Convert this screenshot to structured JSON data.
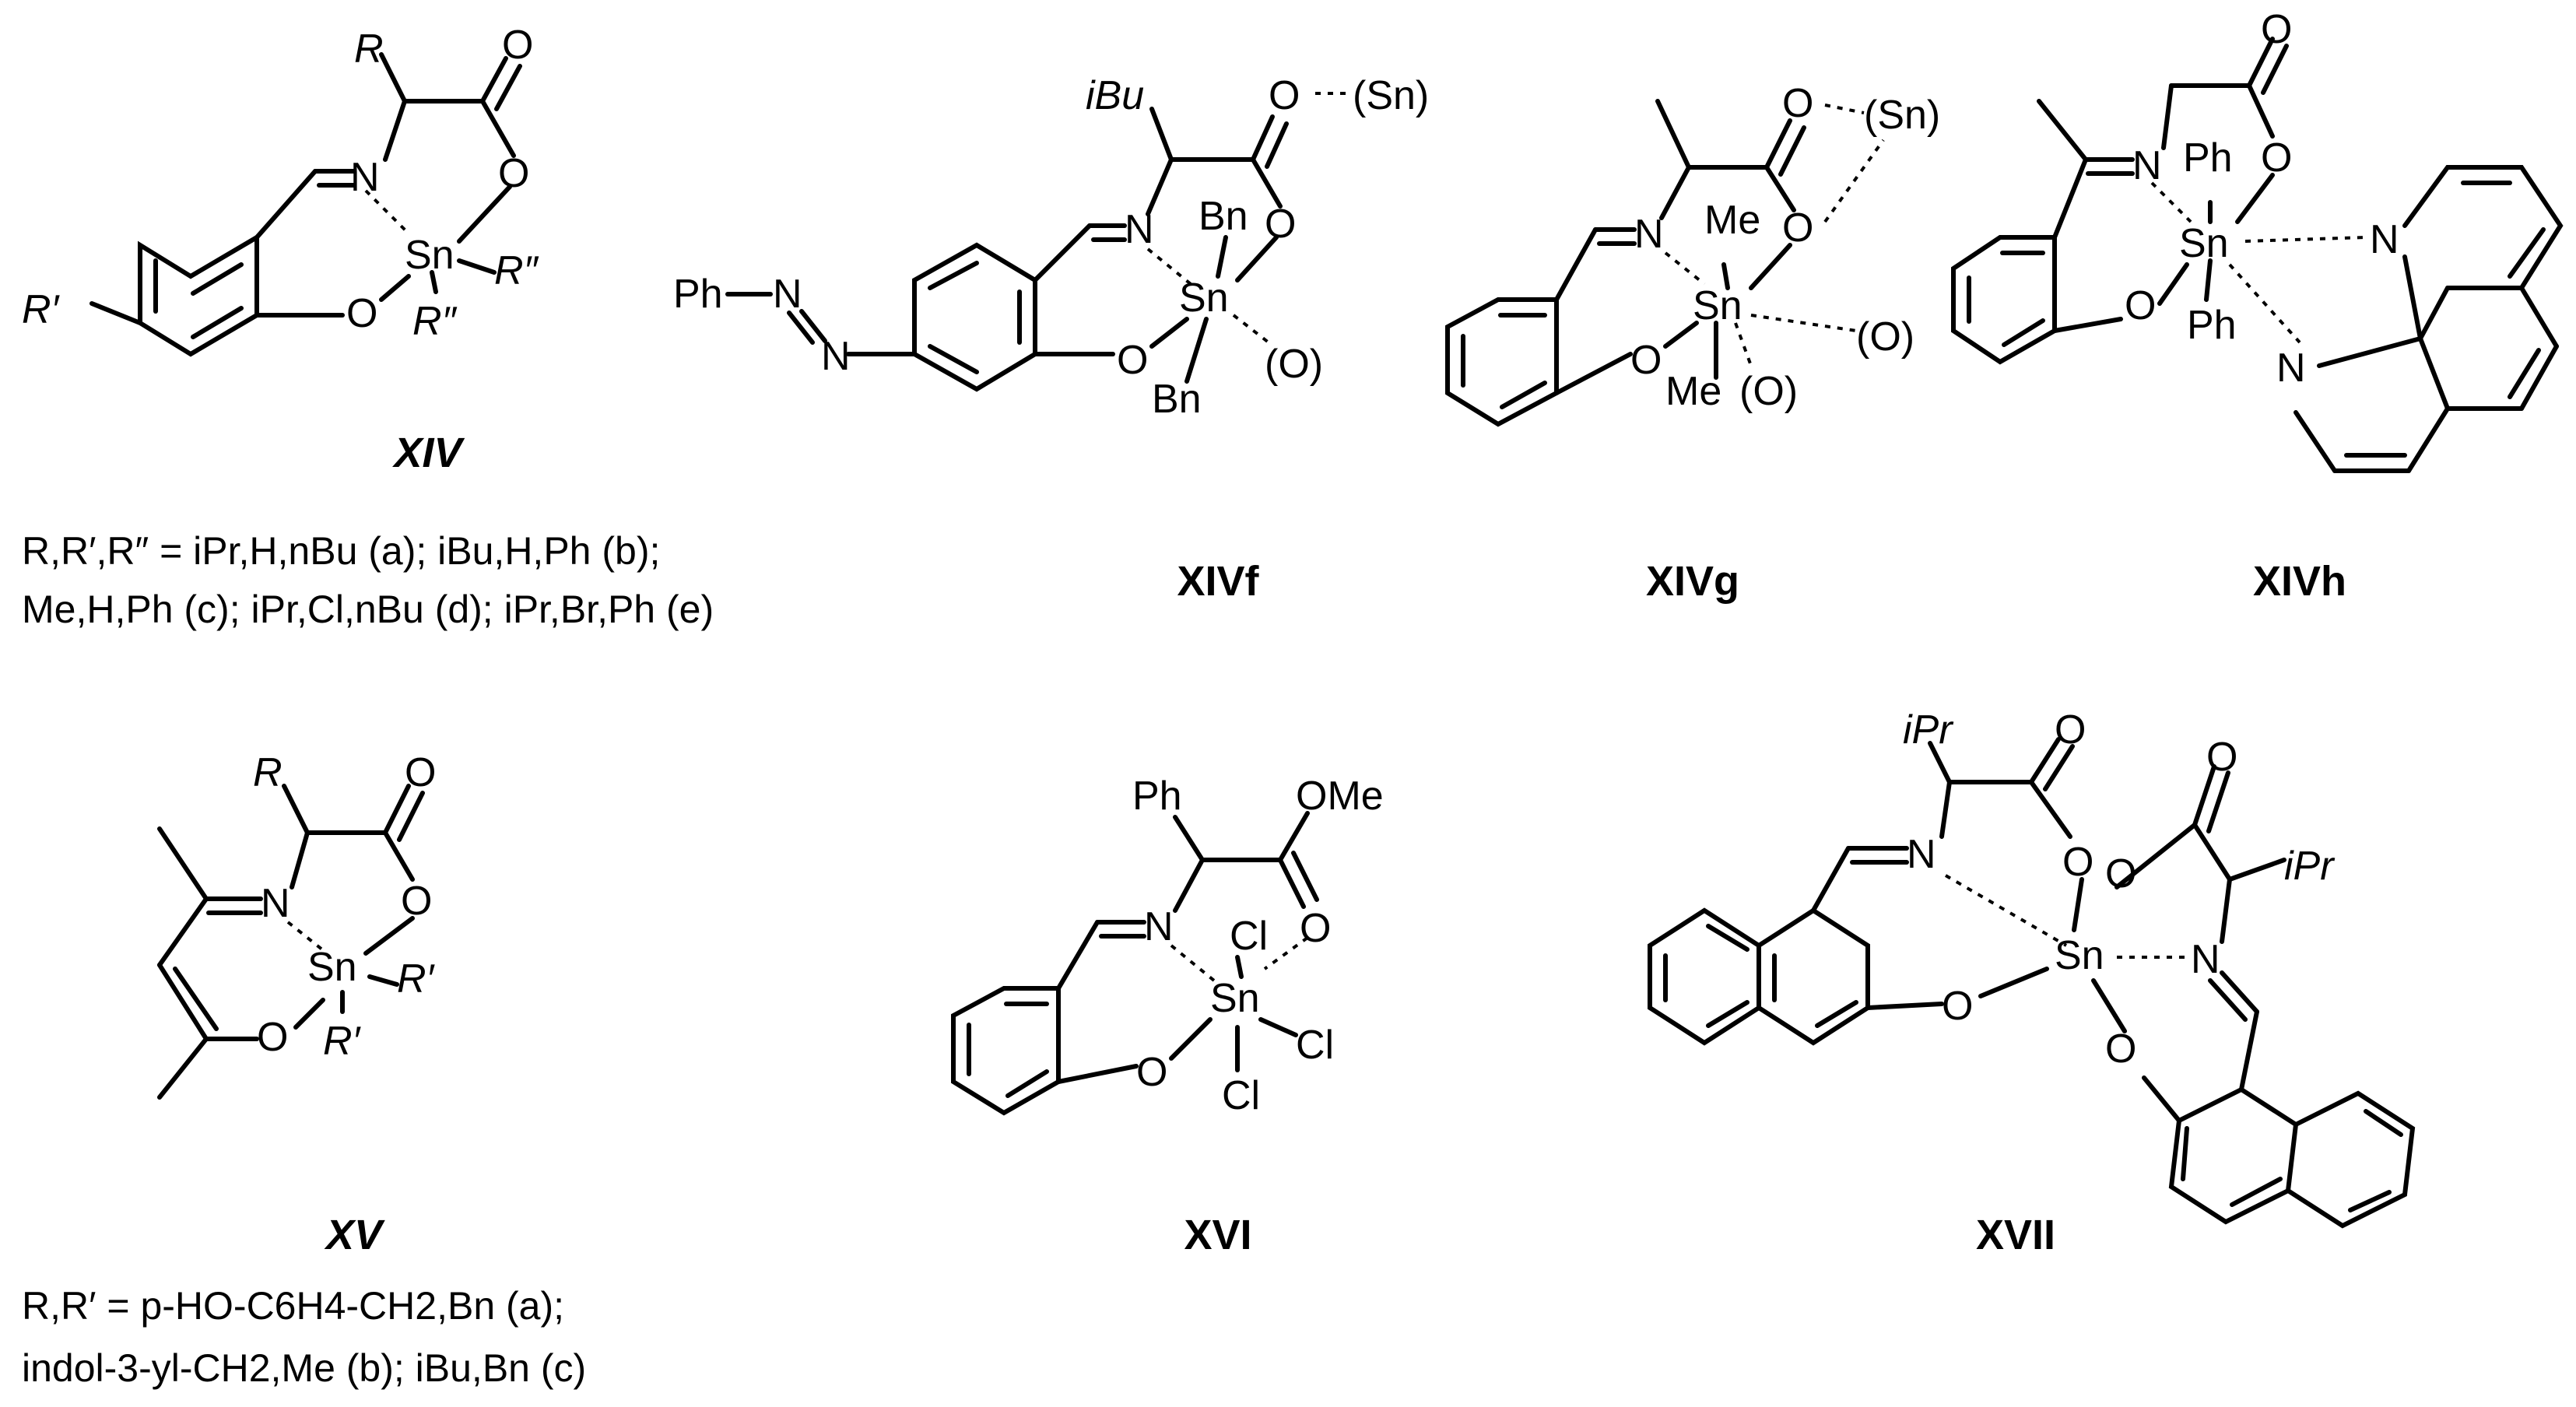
{
  "colors": {
    "ink": "#000000",
    "background": "#ffffff"
  },
  "compounds": {
    "XIV": {
      "label": "XIV"
    },
    "XIVf": {
      "label": "XIVf"
    },
    "XIVg": {
      "label": "XIVg"
    },
    "XIVh": {
      "label": "XIVh"
    },
    "XV": {
      "label": "XV"
    },
    "XVI": {
      "label": "XVI"
    },
    "XVII": {
      "label": "XVII"
    }
  },
  "captions": {
    "xiv_line1": "R,R′,R″ = iPr,H,nBu (a); iBu,H,Ph (b);",
    "xiv_line2": "Me,H,Ph (c); iPr,Cl,nBu (d); iPr,Br,Ph (e)",
    "xv_line1": "R,R′ = p-HO-C6H4-CH2,Bn (a);",
    "xv_line2": "indol-3-yl-CH2,Me (b); iBu,Bn (c)"
  },
  "atoms": {
    "R": "R",
    "R1": "R′",
    "R2": "R″",
    "O": "O",
    "N": "N",
    "Sn": "Sn",
    "Sn_paren": "(Sn)",
    "O_paren": "(O)",
    "iBu": "iBu",
    "iPr": "iPr",
    "Bn": "Bn",
    "Me": "Me",
    "Ph": "Ph",
    "Cl": "Cl",
    "OMe": "OMe"
  }
}
